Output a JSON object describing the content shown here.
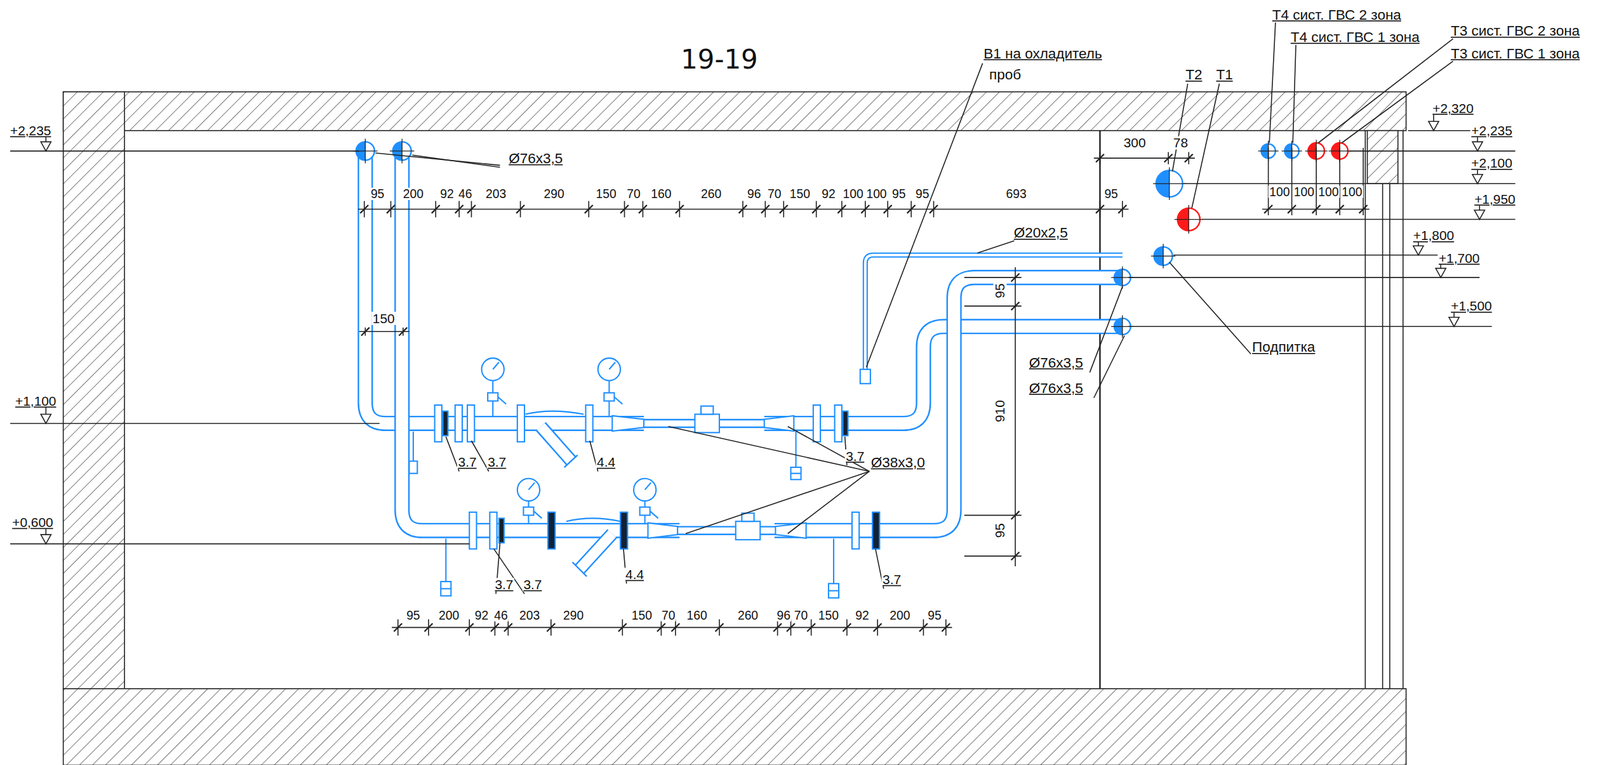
{
  "diagram": {
    "title": "19-19",
    "labels": [
      "В1 на охладитель",
      "проб",
      "Т4 сист. ГВС 2 зона",
      "Т4 сист. ГВС 1 зона",
      "Т3 сист. ГВС 2 зона",
      "Т3 сист. ГВС 1 зона",
      "Т2",
      "Т1",
      "+2,235",
      "Ø76x3,5",
      "300",
      "78",
      "+2,320",
      "+2,235",
      "+2,100",
      "+1,950",
      "100",
      "100",
      "100",
      "100",
      "95",
      "200",
      "92",
      "46",
      "203",
      "290",
      "150",
      "70",
      "160",
      "260",
      "96",
      "70",
      "150",
      "92",
      "100",
      "100",
      "95",
      "95",
      "693",
      "95",
      "Ø20x2,5",
      "+1,800",
      "+1,700",
      "+1,500",
      "Подпитка",
      "95",
      "150",
      "Ø76x3,5",
      "Ø76x3,5",
      "+1,100",
      "3.7",
      "3.7",
      "4.4",
      "3.7",
      "Ø38x3,0",
      "910",
      "+0,600",
      "95",
      "3.7",
      "3.7",
      "4.4",
      "3.7",
      "95",
      "200",
      "92",
      "46",
      "203",
      "290",
      "150",
      "70",
      "160",
      "260",
      "96",
      "70",
      "150",
      "92",
      "200",
      "95"
    ]
  }
}
